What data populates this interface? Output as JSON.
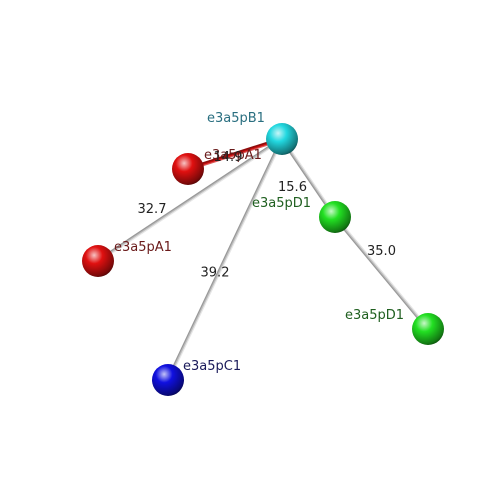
{
  "colors": {
    "background": "#ffffff",
    "link": "#bdbdbd",
    "highlight_link": "#cc1111"
  },
  "nodes": [
    {
      "key": "b1",
      "label": "e3a5pB1",
      "color": "#22d8e0",
      "label_color": "#2a6f80"
    },
    {
      "key": "a1a",
      "label": "e3a5pA1",
      "color": "#e01010",
      "label_color": "#6a1a1a"
    },
    {
      "key": "a1b",
      "label": "e3a5pA1",
      "color": "#e01010",
      "label_color": "#6a1a1a"
    },
    {
      "key": "d1a",
      "label": "e3a5pD1",
      "color": "#22e022",
      "label_color": "#1f5f1f"
    },
    {
      "key": "d1b",
      "label": "e3a5pD1",
      "color": "#22e022",
      "label_color": "#1f5f1f"
    },
    {
      "key": "c1",
      "label": "e3a5pC1",
      "color": "#1010e0",
      "label_color": "#1a1a5a"
    }
  ],
  "links": [
    {
      "from": "b1",
      "to": "a1a",
      "distance": "14.9",
      "highlight": true
    },
    {
      "from": "b1",
      "to": "a1b",
      "distance": "32.7",
      "highlight": false
    },
    {
      "from": "b1",
      "to": "c1",
      "distance": "39.2",
      "highlight": false
    },
    {
      "from": "b1",
      "to": "d1a",
      "distance": "15.6",
      "highlight": false
    },
    {
      "from": "d1a",
      "to": "d1b",
      "distance": "35.0",
      "highlight": false
    }
  ]
}
